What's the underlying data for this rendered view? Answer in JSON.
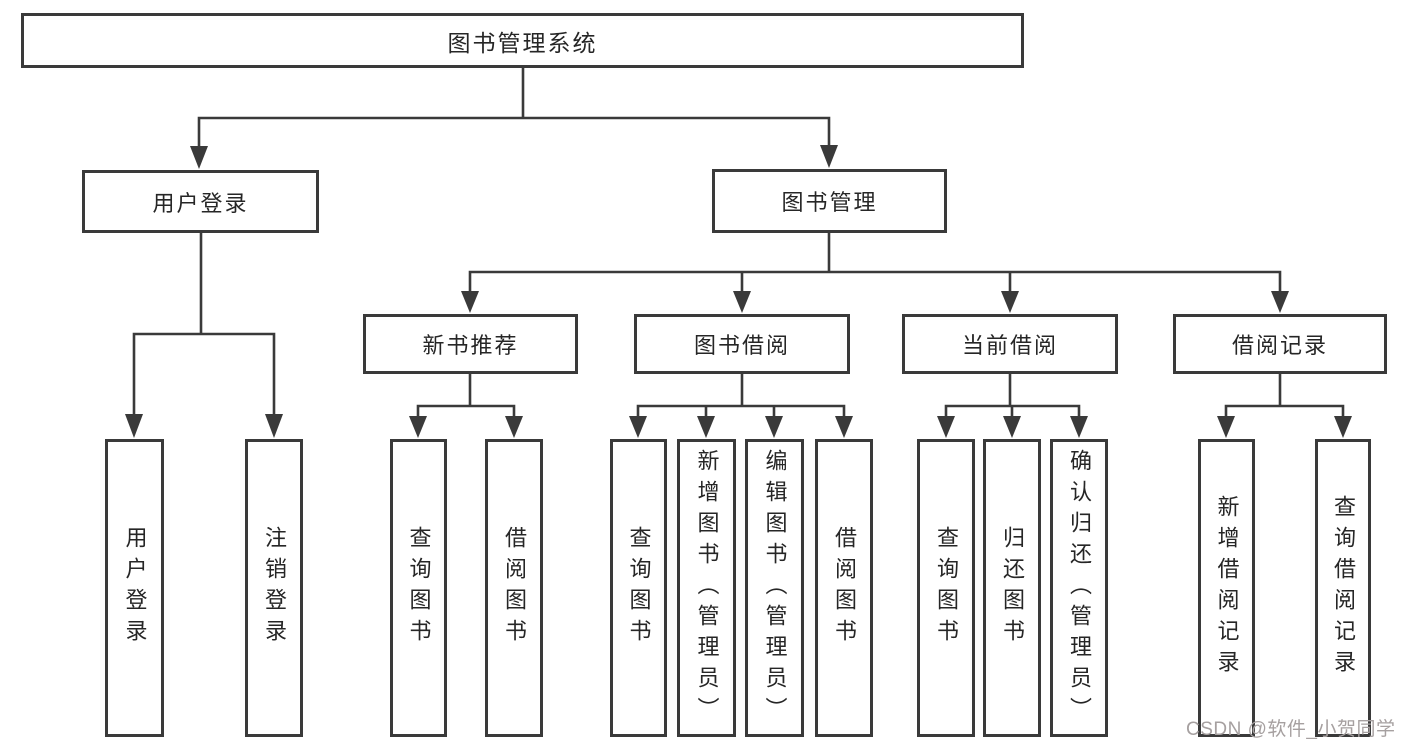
{
  "diagram": {
    "root": "图书管理系统",
    "level2": {
      "login": "用户登录",
      "management": "图书管理"
    },
    "level3": [
      "新书推荐",
      "图书借阅",
      "当前借阅",
      "借阅记录"
    ],
    "login_children": [
      "用户登录",
      "注销登录"
    ],
    "recommend_children": [
      "查询图书",
      "借阅图书"
    ],
    "borrow_children": [
      "查询图书",
      "新增图书（管理员）",
      "编辑图书（管理员）",
      "借阅图书"
    ],
    "current_children": [
      "查询图书",
      "归还图书",
      "确认归还（管理员）"
    ],
    "record_children": [
      "新增借阅记录",
      "查询借阅记录"
    ]
  },
  "watermark": {
    "text": "CSDN @软件_小贺同学"
  },
  "colors": {
    "line": "#3a3a3a",
    "text": "#262626",
    "background": "#ffffff",
    "watermark": "#a6a0a0"
  }
}
